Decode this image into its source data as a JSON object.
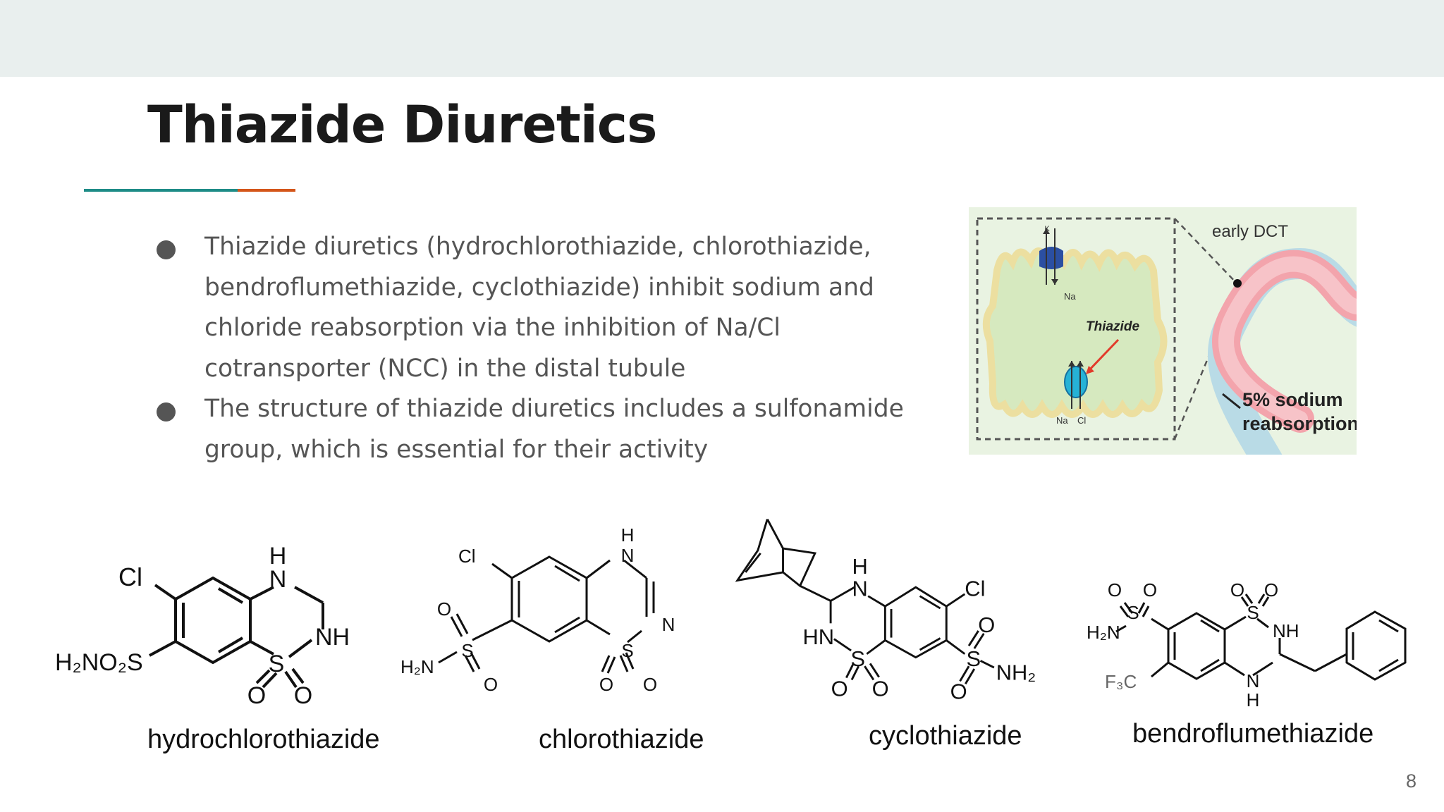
{
  "slide": {
    "title": "Thiazide Diuretics",
    "page_number": "8",
    "accent_colors": {
      "band": "#e9efee",
      "rule_teal": "#1e8c87",
      "rule_orange": "#d4561a"
    }
  },
  "bullets": [
    {
      "text": "Thiazide diuretics (hydrochlorothiazide, chlorothiazide, bendroflumethiazide, cyclothiazide) inhibit sodium and chloride reabsorption via the inhibition of Na/Cl cotransporter (NCC) in the distal tubule"
    },
    {
      "text": "The structure of thiazide diuretics includes a sulfonamide group, which is essential for their activity"
    }
  ],
  "figure": {
    "label_early_dct": "early DCT",
    "label_thiazide": "Thiazide",
    "label_k": "K",
    "label_na_top": "Na",
    "label_na_bottom": "Na",
    "label_cl_bottom": "Cl",
    "label_reabsorption_1": "5% sodium",
    "label_reabsorption_2": "reabsorption"
  },
  "structures": [
    {
      "caption": "hydrochlorothiazide",
      "atom_cl": "Cl",
      "atom_h": "H",
      "atom_n": "N",
      "atom_nh": "NH",
      "substituent": "H₂NO₂S",
      "atom_s": "S",
      "atom_o1": "O",
      "atom_o2": "O"
    },
    {
      "caption": "chlorothiazide",
      "atom_cl": "Cl",
      "atom_h": "H",
      "atom_n1": "N",
      "atom_n2": "N",
      "atom_s1": "S",
      "atom_s2": "S",
      "atom_h2n": "H₂N",
      "atom_o": "O"
    },
    {
      "caption": "cyclothiazide",
      "atom_h": "H",
      "atom_n": "N",
      "atom_hn": "HN",
      "atom_s1": "S",
      "atom_s2": "S",
      "atom_cl": "Cl",
      "atom_nh2": "NH₂",
      "atom_o": "O"
    },
    {
      "caption": "bendroflumethiazide",
      "atom_h2n": "H₂N",
      "atom_s": "S",
      "atom_nh": "NH",
      "atom_n": "N",
      "atom_h": "H",
      "atom_f3c": "F₃C",
      "atom_o": "O"
    }
  ]
}
